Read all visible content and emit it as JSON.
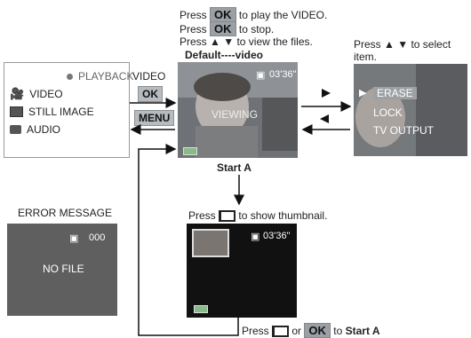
{
  "top_instructions": {
    "line1_pre": "Press",
    "line1_btn": "OK",
    "line1_post": "to play the VIDEO.",
    "line2_pre": "Press",
    "line2_btn": "OK",
    "line2_post": "to stop.",
    "line3_pre": "Press",
    "line3_arrows": "▲ ▼",
    "line3_post": "to view the files.",
    "default_label": "Default----video"
  },
  "right_instructions": {
    "text_pre": "Press",
    "arrows": "▲ ▼",
    "text_post": "to select",
    "text_line2": "item."
  },
  "menu": {
    "playback": "PLAYBACK",
    "video": "VIDEO",
    "still_image": "STILL IMAGE",
    "audio": "AUDIO"
  },
  "side_buttons": {
    "video_label": "VIDEO",
    "ok": "OK",
    "menu": "MENU"
  },
  "main_screen": {
    "time": "03'36\"",
    "viewing": "VIEWING"
  },
  "options_screen": {
    "items": [
      "ERASE",
      "LOCK",
      "TV OUTPUT"
    ]
  },
  "start_a": "Start A",
  "thumb_instruction": {
    "pre": "Press",
    "post": "to show thumbnail."
  },
  "thumb_screen": {
    "time": "03'36\""
  },
  "error": {
    "title": "ERROR MESSAGE",
    "count": "000",
    "message": "NO FILE"
  },
  "bottom_instruction": {
    "pre": "Press",
    "or": "or",
    "ok": "OK",
    "to": "to",
    "target": "Start A"
  }
}
